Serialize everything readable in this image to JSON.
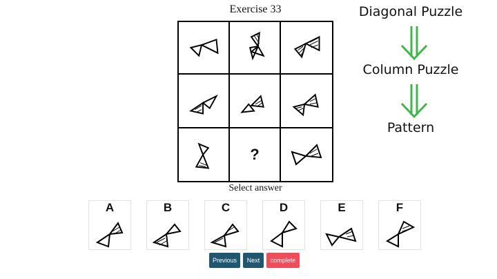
{
  "exercise_title": "Exercise 33",
  "question_mark": "?",
  "select_answer_label": "Select answer",
  "options": [
    "A",
    "B",
    "C",
    "D",
    "E",
    "F"
  ],
  "buttons": {
    "previous": "Previous",
    "next": "Next",
    "complete": "complete"
  },
  "flow": {
    "step1": "Diagonal Puzzle",
    "step2": "Column Puzzle",
    "step3": "Pattern"
  },
  "colors": {
    "previous_bg": "#1f5670",
    "next_bg": "#1f5670",
    "complete_bg": "#f04c5a",
    "arrow": "#3cb84a"
  },
  "icons": {
    "grid_figure": "bowtie-triangles-icon",
    "flow_arrow": "double-down-arrow-icon"
  }
}
